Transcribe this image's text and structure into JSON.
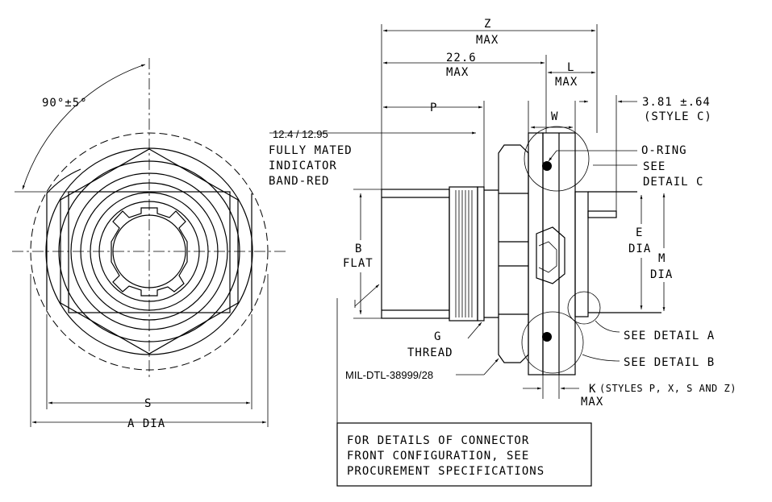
{
  "labels": {
    "angle": "90°±5°",
    "z": "Z",
    "z_max": "MAX",
    "dim_22_6": "22.6",
    "dim_22_6_max": "MAX",
    "l": "L",
    "l_max": "MAX",
    "p": "P",
    "w": "W",
    "dim_3_81": "3.81 ±.64",
    "style_c": "(STYLE C)",
    "indicator_1": "12.4 / 12.95",
    "indicator_2": "FULLY MATED",
    "indicator_3": "INDICATOR",
    "indicator_4": "BAND-RED",
    "o_ring": "O-RING",
    "see_c_1": "SEE",
    "see_c_2": "DETAIL C",
    "b": "B",
    "b_flat": "FLAT",
    "e": "E",
    "e_dia": "DIA",
    "m": "M",
    "m_dia": "DIA",
    "g": "G",
    "g_thread": "THREAD",
    "see_a": "SEE DETAIL A",
    "see_b": "SEE DETAIL B",
    "mil": "MIL-DTL-38999/28",
    "k": "K",
    "k_styles": "(STYLES P, X, S AND Z)",
    "k_max": "MAX",
    "s": "S",
    "a_dia": "A DIA"
  },
  "note": {
    "line1": "FOR DETAILS OF CONNECTOR",
    "line2": "FRONT CONFIGURATION, SEE",
    "line3": "PROCUREMENT SPECIFICATIONS"
  }
}
